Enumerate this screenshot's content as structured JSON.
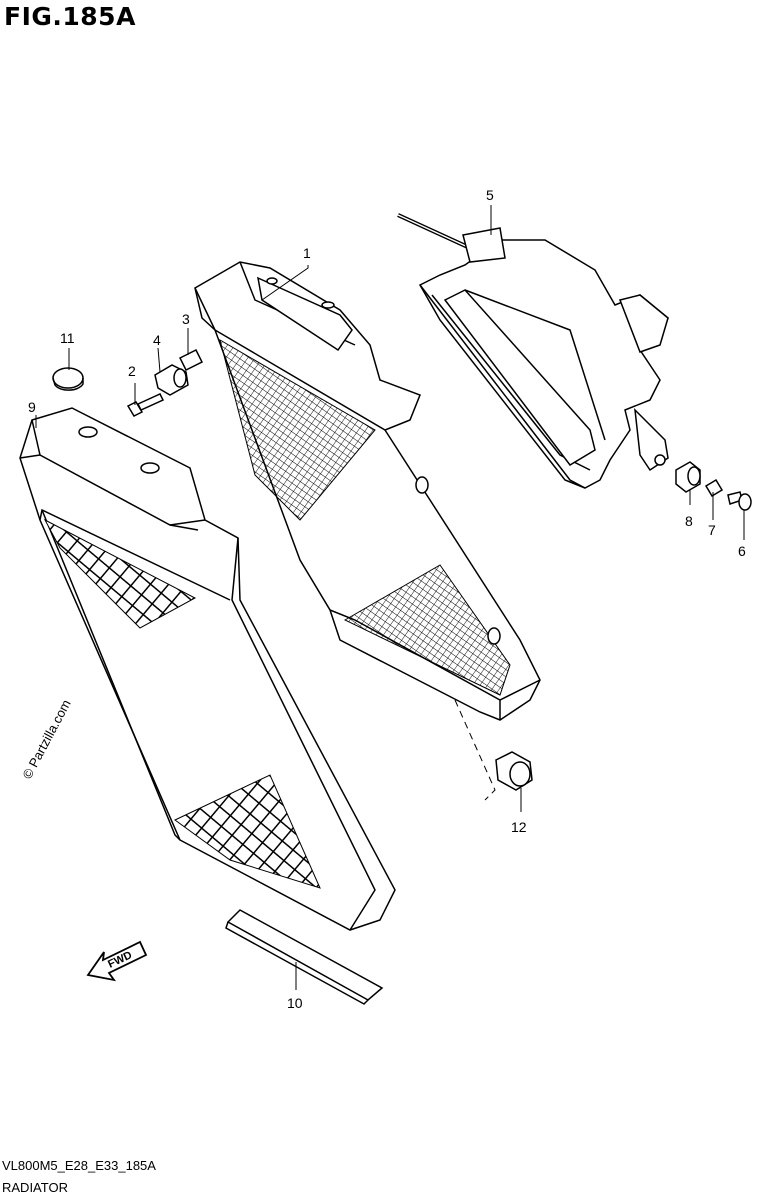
{
  "figure": {
    "title": "FIG.185A",
    "code": "VL800M5_E28_E33_185A",
    "name": "RADIATOR",
    "watermark": "© Partzilla.com",
    "direction_label": "FWD"
  },
  "parts": [
    {
      "ref": "1"
    },
    {
      "ref": "2"
    },
    {
      "ref": "3"
    },
    {
      "ref": "4"
    },
    {
      "ref": "5"
    },
    {
      "ref": "6"
    },
    {
      "ref": "7"
    },
    {
      "ref": "8"
    },
    {
      "ref": "9"
    },
    {
      "ref": "10"
    },
    {
      "ref": "11"
    },
    {
      "ref": "12"
    }
  ]
}
